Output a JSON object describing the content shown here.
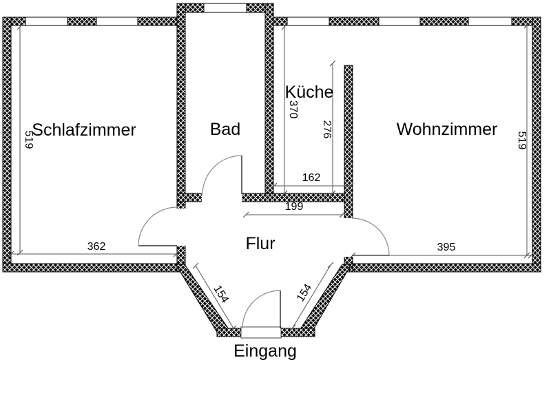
{
  "diagram_type": "floor-plan",
  "rooms": {
    "schlafzimmer": {
      "label": "Schlafzimmer"
    },
    "bad": {
      "label": "Bad"
    },
    "kueche": {
      "label": "Küche"
    },
    "wohnzimmer": {
      "label": "Wohnzimmer"
    },
    "flur": {
      "label": "Flur"
    },
    "eingang": {
      "label": "Eingang"
    }
  },
  "dimensions": {
    "schlafzimmer_height": "519",
    "schlafzimmer_width": "362",
    "kueche_height": "370",
    "kueche_right_height": "276",
    "kueche_width": "162",
    "flur_width": "199",
    "wohnzimmer_width": "395",
    "wohnzimmer_height": "519",
    "eingang_left_wall": "154",
    "eingang_right_wall": "154"
  },
  "colors": {
    "background": "#ffffff",
    "wall_fill": "#111111",
    "wall_hatch": "#ffffff",
    "dimension_line": "#555555",
    "door_leaf": "#333333",
    "door_arc": "#888888",
    "text": "#000000"
  }
}
